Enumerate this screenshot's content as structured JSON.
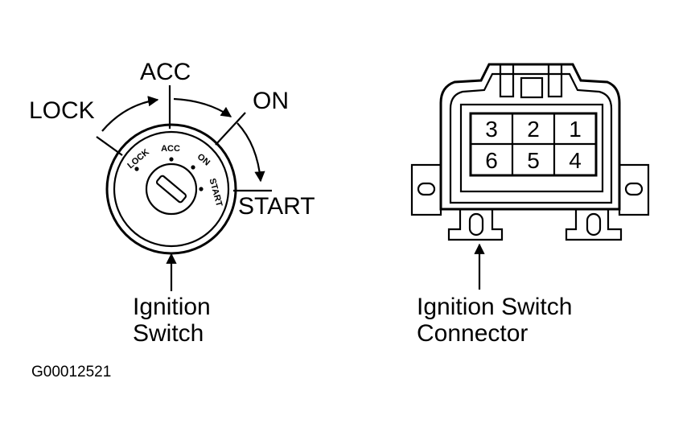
{
  "positions": {
    "lock": "LOCK",
    "acc": "ACC",
    "on": "ON",
    "start": "START"
  },
  "dial_labels": {
    "lock": "LOCK",
    "acc": "ACC",
    "on": "ON",
    "start": "START"
  },
  "captions": {
    "switch_line1": "Ignition",
    "switch_line2": "Switch",
    "connector_line1": "Ignition Switch",
    "connector_line2": "Connector"
  },
  "connector_pins": {
    "top": [
      "3",
      "2",
      "1"
    ],
    "bottom": [
      "6",
      "5",
      "4"
    ]
  },
  "figure_code": "G00012521"
}
